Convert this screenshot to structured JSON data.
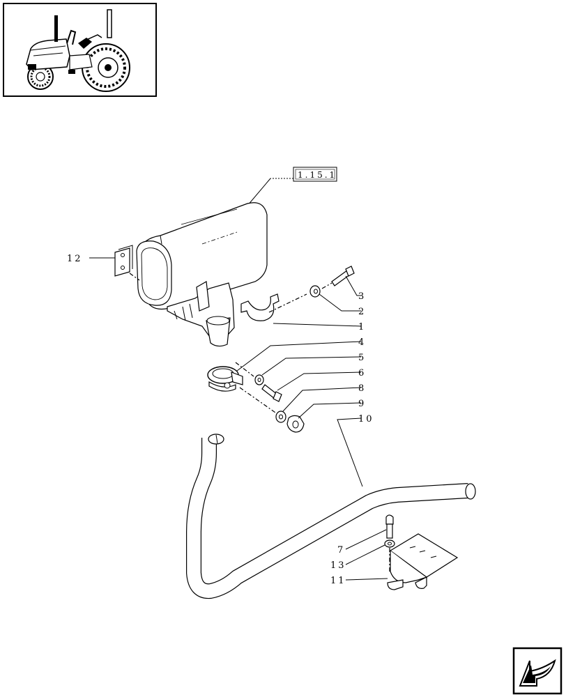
{
  "reference_box": {
    "label": "1.15.1"
  },
  "callouts": [
    {
      "id": "c1",
      "label": "1"
    },
    {
      "id": "c2",
      "label": "2"
    },
    {
      "id": "c3",
      "label": "3"
    },
    {
      "id": "c4",
      "label": "4"
    },
    {
      "id": "c5",
      "label": "5"
    },
    {
      "id": "c6",
      "label": "6"
    },
    {
      "id": "c7",
      "label": "7"
    },
    {
      "id": "c8",
      "label": "8"
    },
    {
      "id": "c9",
      "label": "9"
    },
    {
      "id": "c10",
      "label": "10"
    },
    {
      "id": "c11",
      "label": "11"
    },
    {
      "id": "c12",
      "label": "12"
    },
    {
      "id": "c13",
      "label": "13"
    }
  ],
  "icons": {
    "thumbnail": "tractor-thumbnail-icon",
    "nav": "next-page-arrow-icon"
  }
}
